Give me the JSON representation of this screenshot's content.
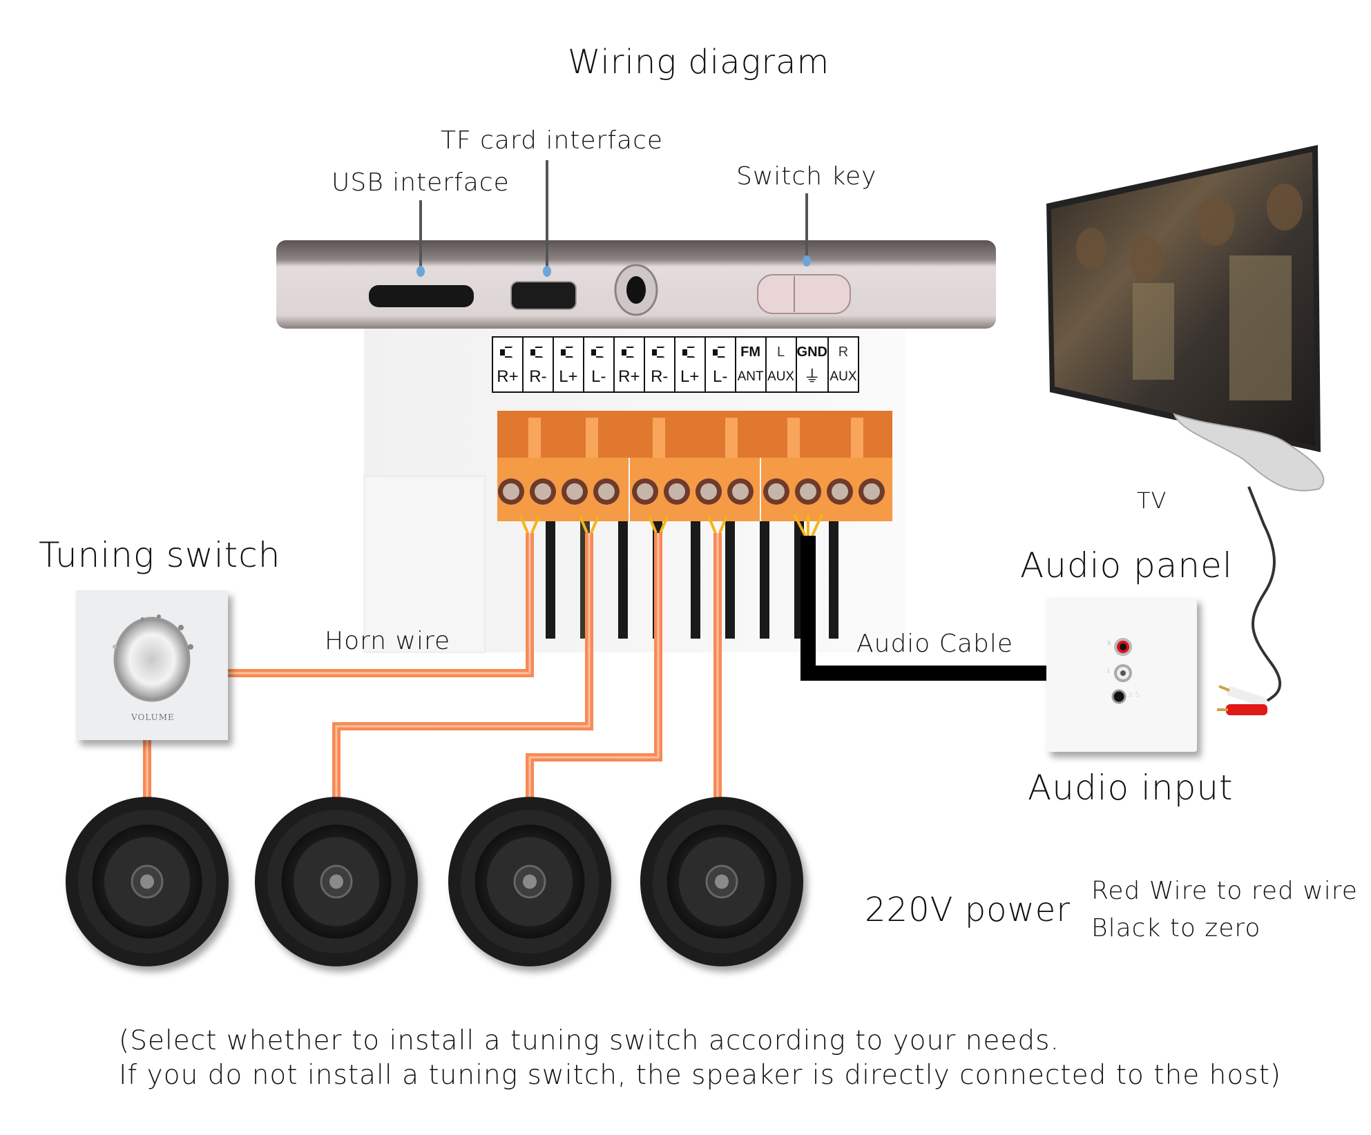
{
  "title": "Wiring diagram",
  "device": {
    "callouts": {
      "usb": "USB interface",
      "tf_card": "TF card interface",
      "switch_key": "Switch key"
    },
    "terminals": [
      {
        "top": "speaker",
        "bottom": "R+"
      },
      {
        "top": "speaker",
        "bottom": "R-"
      },
      {
        "top": "speaker",
        "bottom": "L+"
      },
      {
        "top": "speaker",
        "bottom": "L-"
      },
      {
        "top": "speaker",
        "bottom": "R+"
      },
      {
        "top": "speaker",
        "bottom": "R-"
      },
      {
        "top": "speaker",
        "bottom": "L+"
      },
      {
        "top": "speaker",
        "bottom": "L-"
      },
      {
        "top": "FM",
        "bottom": "ANT"
      },
      {
        "top": "L",
        "bottom": "AUX"
      },
      {
        "top": "GND",
        "bottom": "⏚"
      },
      {
        "top": "R",
        "bottom": "AUX"
      }
    ]
  },
  "labels": {
    "tuning_switch": "Tuning switch",
    "volume": "VOLUME",
    "horn_wire": "Horn wire",
    "audio_cable": "Audio Cable",
    "tv": "TV",
    "audio_panel": "Audio panel",
    "audio_input": "Audio input",
    "panel_r": "R",
    "panel_l": "L",
    "panel_35": "3.5",
    "power": "220V power",
    "power_red": "Red Wire to red wire",
    "power_black": "Black to zero"
  },
  "note": {
    "line1": "(Select whether to install a tuning switch according to your needs.",
    "line2": "If you do not install a tuning switch, the speaker is directly connected to the host)"
  },
  "colors": {
    "wire_orange": "#f88a55",
    "terminal_orange": "#f79a45",
    "cable_black": "#000000",
    "callout_dot": "#6aa6d8",
    "rca_red": "#d9141a"
  }
}
